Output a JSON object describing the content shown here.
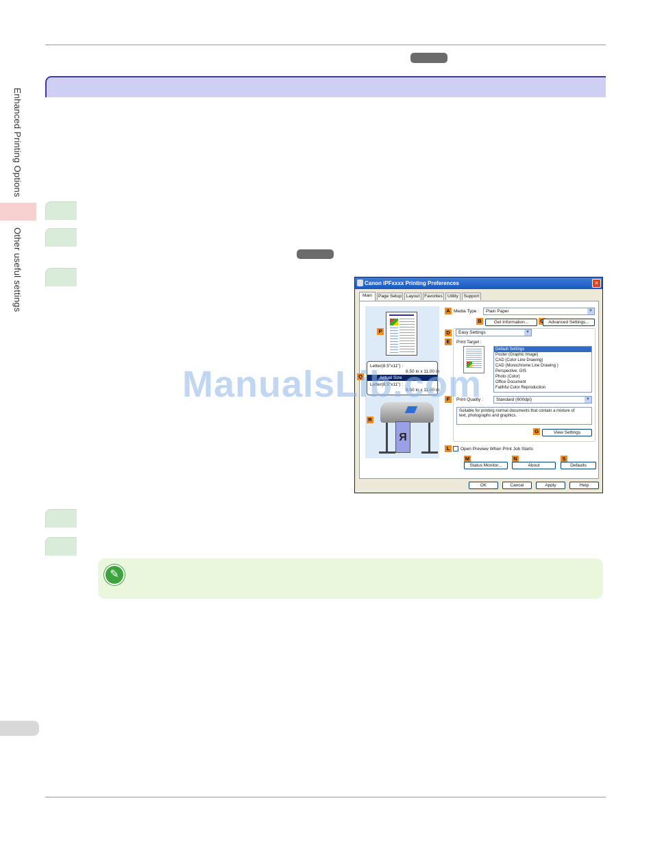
{
  "side_nav": {
    "section1": "Enhanced Printing Options",
    "section2": "Other useful settings"
  },
  "watermark": "ManualsLib.com",
  "dialog": {
    "title": "Canon iPFxxxx Printing Preferences",
    "close": "×",
    "tabs": [
      "Main",
      "Page Setup",
      "Layout",
      "Favorites",
      "Utility",
      "Support"
    ],
    "labels": {
      "A": "A",
      "B": "B",
      "C": "C",
      "D": "D",
      "E": "E",
      "F": "F",
      "G": "G",
      "L": "L",
      "M": "M",
      "N": "N",
      "S": "S",
      "P": "P",
      "Q": "Q",
      "R": "R"
    },
    "media_type_label": "Media Type :",
    "media_type_value": "Plain Paper",
    "get_information": "Get Information...",
    "advanced_settings": "Advanced Settings...",
    "easy_settings": "Easy Settings",
    "print_target_label": "Print Target :",
    "print_targets": [
      "Default Settings",
      "Poster (Graphic Image)",
      "CAD (Color Line Drawing)",
      "CAD (Monochrome Line Drawing )",
      "Perspective, GIS",
      "Photo (Color)",
      "Office Document",
      "Faithful Color Reproduction"
    ],
    "print_quality_label": "Print Quality :",
    "print_quality_value": "Standard (600dpi)",
    "description": "Suitable for printing normal documents that contain a mixture of text, photographs and graphics.",
    "view_settings": "View Settings",
    "open_preview": "Open Preview When Print Job Starts",
    "paper_info1": "Letter(8.5\"x11\") :",
    "paper_size1": "8.50 in x 11.00 in",
    "actual_size": "Actual Size",
    "paper_info2": "Letter(8.5\"x11\") :",
    "paper_size2": "8.50 in x 11.00 in",
    "status_monitor": "Status Monitor...",
    "about": "About",
    "defaults": "Defaults",
    "ok": "OK",
    "cancel": "Cancel",
    "apply": "Apply",
    "help": "Help"
  },
  "colors": {
    "title_band": "#cfcff4",
    "title_border": "#3a3ab0",
    "step_box": "#d9ecd9",
    "note_bg": "#e9f8dc",
    "sidetab_active": "#f7d0d0",
    "label_orange": "#f08c1e"
  },
  "icons": {
    "note": "pencil-icon"
  }
}
